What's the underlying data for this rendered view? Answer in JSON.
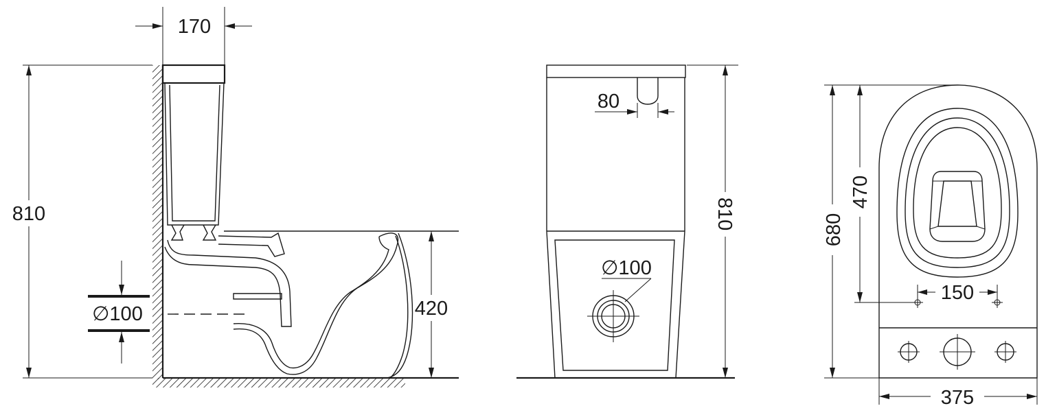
{
  "side_view": {
    "tank_width": "170",
    "total_height": "810",
    "drain_diameter": "∅100",
    "seat_height": "420"
  },
  "front_view": {
    "button_spacing": "80",
    "drain_diameter": "∅100",
    "total_height": "810"
  },
  "top_view": {
    "total_length": "680",
    "bowl_length": "470",
    "bolt_spacing": "150",
    "width": "375"
  }
}
